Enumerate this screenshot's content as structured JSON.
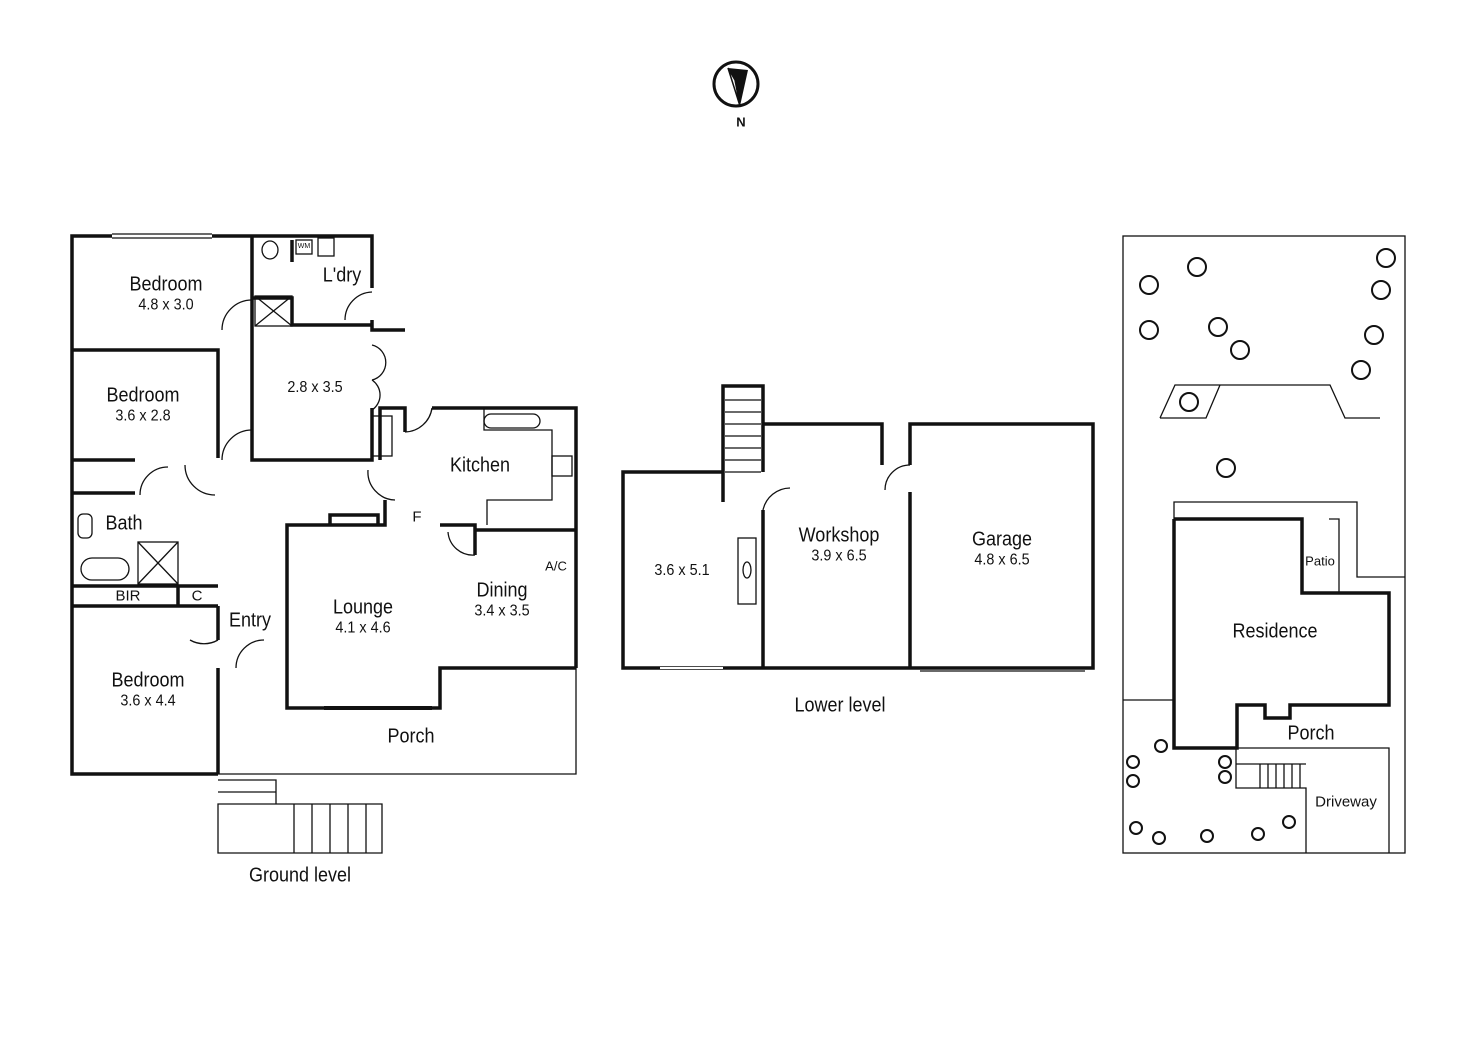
{
  "compass": {
    "label": "N"
  },
  "ground_level": {
    "title": "Ground level",
    "rooms": [
      {
        "name": "Bedroom",
        "dims": "4.8 x 3.0"
      },
      {
        "name": "Bedroom",
        "dims": "3.6 x 2.8"
      },
      {
        "name": "Bedroom",
        "dims": "3.6 x 4.4"
      },
      {
        "name": "L'dry",
        "dims": ""
      },
      {
        "name": "",
        "dims": "2.8 x 3.5"
      },
      {
        "name": "Kitchen",
        "dims": ""
      },
      {
        "name": "Bath",
        "dims": ""
      },
      {
        "name": "Lounge",
        "dims": "4.1 x 4.6"
      },
      {
        "name": "Dining",
        "dims": "3.4 x 3.5"
      },
      {
        "name": "Entry",
        "dims": ""
      },
      {
        "name": "Porch",
        "dims": ""
      }
    ],
    "marks": {
      "bir": "BIR",
      "cupboard": "C",
      "fridge": "F",
      "aircon": "A/C",
      "washing_machine": "WM"
    }
  },
  "lower_level": {
    "title": "Lower level",
    "rooms": [
      {
        "name": "",
        "dims": "3.6 x 5.1"
      },
      {
        "name": "Workshop",
        "dims": "3.9 x 6.5"
      },
      {
        "name": "Garage",
        "dims": "4.8 x 6.5"
      }
    ]
  },
  "site_plan": {
    "labels": {
      "residence": "Residence",
      "patio": "Patio",
      "porch": "Porch",
      "driveway": "Driveway"
    }
  }
}
